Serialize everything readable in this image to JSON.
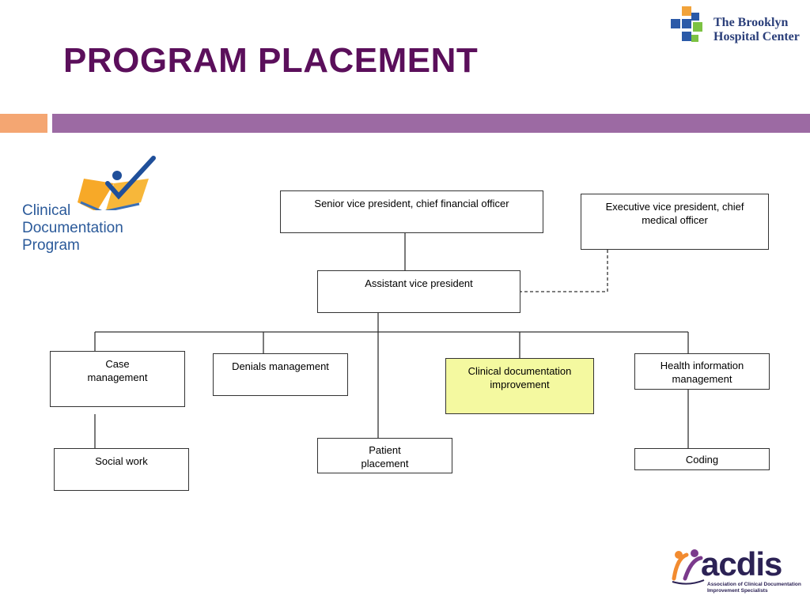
{
  "slide": {
    "title": "PROGRAM PLACEMENT",
    "brand": {
      "line1": "The Brooklyn",
      "line2": "Hospital Center"
    },
    "program_logo": {
      "line1": "Clinical",
      "line2": "Documentation",
      "line3": "Program"
    },
    "footer_logo": {
      "word": "acdis",
      "tagline1": "Association of Clinical Documentation",
      "tagline2": "Improvement Specialists"
    },
    "colors": {
      "title": "#5b0f5b",
      "accent_bar": "#9c6aa3",
      "left_bar": "#f4a672",
      "highlight": "#f4f9a0"
    }
  },
  "org_chart": {
    "nodes": [
      {
        "id": "svp_cfo",
        "label": "Senior vice president, chief financial officer"
      },
      {
        "id": "evp_cmo",
        "label": "Executive vice president, chief medical officer"
      },
      {
        "id": "avp",
        "label": "Assistant vice president"
      },
      {
        "id": "case_mgmt",
        "label": "Case management"
      },
      {
        "id": "denials",
        "label": "Denials management"
      },
      {
        "id": "patient_placement",
        "label": "Patient placement"
      },
      {
        "id": "cdi",
        "label": "Clinical documentation improvement",
        "highlighted": true
      },
      {
        "id": "him",
        "label": "Health information management"
      },
      {
        "id": "social_work",
        "label": "Social work"
      },
      {
        "id": "coding",
        "label": "Coding"
      }
    ],
    "edges": [
      {
        "from": "svp_cfo",
        "to": "avp",
        "style": "solid"
      },
      {
        "from": "evp_cmo",
        "to": "avp",
        "style": "dashed"
      },
      {
        "from": "avp",
        "to": "case_mgmt",
        "style": "solid"
      },
      {
        "from": "avp",
        "to": "denials",
        "style": "solid"
      },
      {
        "from": "avp",
        "to": "patient_placement",
        "style": "solid"
      },
      {
        "from": "avp",
        "to": "cdi",
        "style": "solid"
      },
      {
        "from": "avp",
        "to": "him",
        "style": "solid"
      },
      {
        "from": "case_mgmt",
        "to": "social_work",
        "style": "solid"
      },
      {
        "from": "him",
        "to": "coding",
        "style": "solid"
      }
    ]
  }
}
